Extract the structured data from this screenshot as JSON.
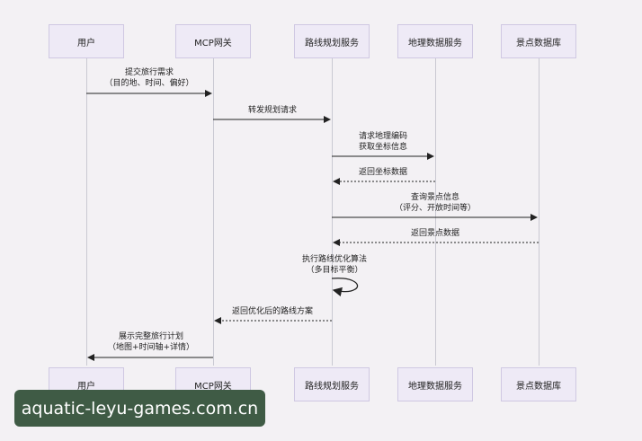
{
  "actors": [
    "用户",
    "MCP网关",
    "路线规划服务",
    "地理数据服务",
    "景点数据库"
  ],
  "messages": [
    {
      "from": 0,
      "to": 1,
      "lines": [
        "提交旅行需求",
        "（目的地、时间、偏好）"
      ],
      "style": "solid"
    },
    {
      "from": 1,
      "to": 2,
      "lines": [
        "转发规划请求"
      ],
      "style": "solid"
    },
    {
      "from": 2,
      "to": 3,
      "lines": [
        "请求地理编码",
        "获取坐标信息"
      ],
      "style": "solid"
    },
    {
      "from": 3,
      "to": 2,
      "lines": [
        "返回坐标数据"
      ],
      "style": "dashed"
    },
    {
      "from": 2,
      "to": 4,
      "lines": [
        "查询景点信息",
        "（评分、开放时间等）"
      ],
      "style": "solid"
    },
    {
      "from": 4,
      "to": 2,
      "lines": [
        "返回景点数据"
      ],
      "style": "dashed"
    },
    {
      "from": 2,
      "to": 2,
      "lines": [
        "执行路线优化算法",
        "（多目标平衡）"
      ],
      "style": "self"
    },
    {
      "from": 2,
      "to": 1,
      "lines": [
        "返回优化后的路线方案"
      ],
      "style": "dashed"
    },
    {
      "from": 1,
      "to": 0,
      "lines": [
        "展示完整旅行计划",
        "（地图+时间轴+详情）"
      ],
      "style": "solid"
    }
  ],
  "watermark": "aquatic-leyu-games.com.cn"
}
